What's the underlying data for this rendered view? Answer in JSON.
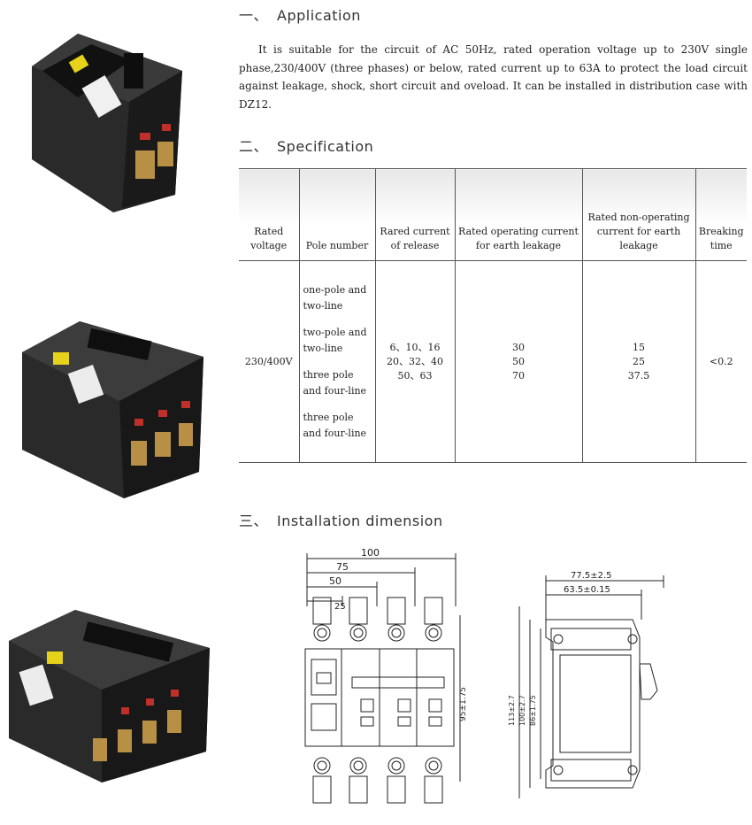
{
  "sections": {
    "application": {
      "number": "一、",
      "title": "Application"
    },
    "specification": {
      "number": "二、",
      "title": "Specification"
    },
    "installation": {
      "number": "三、",
      "title": "Installation dimension"
    }
  },
  "application_text": "It is suitable for the circuit of AC 50Hz, rated operation voltage up to 230V single phase,230/400V (three phases) or below, rated current up to 63A to protect the load circuit against leakage, shock, short circuit and oveload. It can be installed in distribution case with DZ12.",
  "table": {
    "headers": {
      "rated_voltage": "Rated voltage",
      "pole_number": "Pole number",
      "current_release": "Rared current of release",
      "operating_current": "Rated operating current for earth leakage",
      "non_operating_current": "Rated non-operating current for earth leakage",
      "breaking_time": "Breaking time"
    },
    "row": {
      "rated_voltage": "230/400V",
      "poles": [
        "one-pole and two-line",
        "two-pole and two-line",
        "three pole and four-line",
        "three pole and four-line"
      ],
      "current_release": [
        "6、10、16",
        "20、32、40",
        "50、63"
      ],
      "operating_current": [
        "30",
        "50",
        "70"
      ],
      "non_operating_current": [
        "15",
        "25",
        "37.5"
      ],
      "breaking_time": "<0.2"
    }
  },
  "dimensions": {
    "front": {
      "w100": "100",
      "w75": "75",
      "w50": "50",
      "w25": "25",
      "h": "95±1.75"
    },
    "side": {
      "w1": "77.5±2.5",
      "w2": "63.5±0.15",
      "h1": "113±2.7",
      "h2": "100±2.7",
      "h3": "86±1.75"
    }
  },
  "colors": {
    "device_body": "#1c1c1c",
    "indicator": "#e6d21a",
    "red_mark": "#c0302a",
    "terminal": "#b89045"
  }
}
